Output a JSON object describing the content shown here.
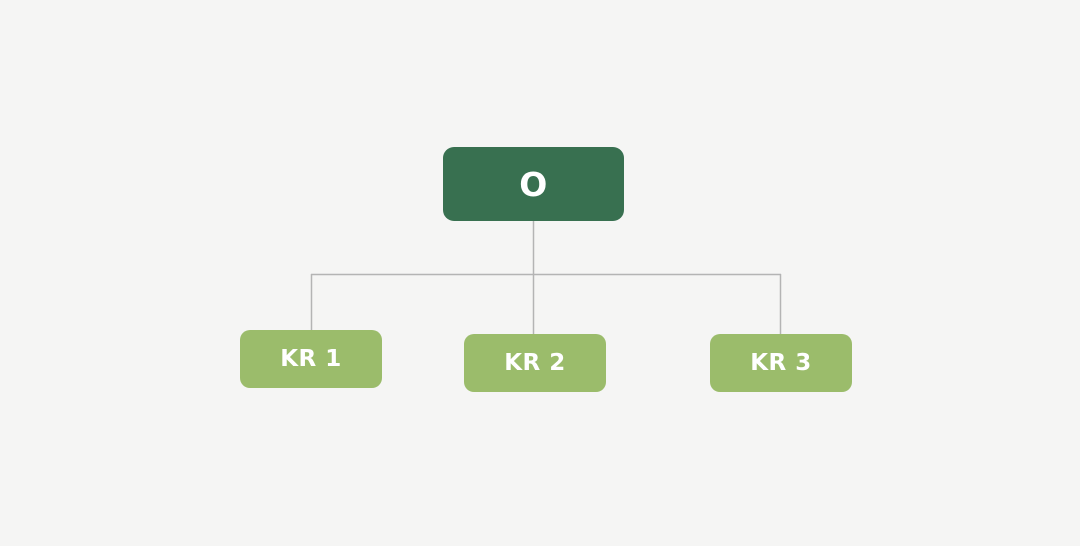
{
  "diagram": {
    "type": "okr-hierarchy-tree",
    "background_color": "#f5f5f4",
    "connector_color": "#b4b4b4",
    "objective": {
      "label": "O",
      "color": "#387050",
      "text_color": "#ffffff"
    },
    "key_results": [
      {
        "label": "KR 1",
        "color": "#9bbc6b",
        "text_color": "#ffffff"
      },
      {
        "label": "KR 2",
        "color": "#9bbc6b",
        "text_color": "#ffffff"
      },
      {
        "label": "KR 3",
        "color": "#9bbc6b",
        "text_color": "#ffffff"
      }
    ]
  }
}
